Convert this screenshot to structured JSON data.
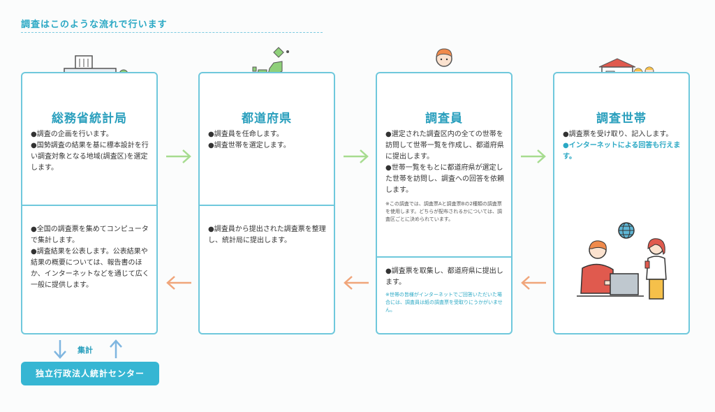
{
  "title": "調査はこのような流れで行います",
  "columns": [
    {
      "name": "総務省統計局",
      "top_bullets": [
        "●調査の企画を行います。",
        "●国勢調査の結果を基に標本設計を行い調査対象となる地域(調査区)を選定します。"
      ],
      "bottom_bullets": [
        "●全国の調査票を集めてコンピュータで集計します。",
        "●調査結果を公表します。公表結果や結果の概要については、報告書のほか、インターネットなどを通じて広く一般に提供します。"
      ]
    },
    {
      "name": "都道府県",
      "top_bullets": [
        "●調査員を任命します。",
        "●調査世帯を選定します。"
      ],
      "bottom_bullets": [
        "●調査員から提出された調査票を整理し、統計局に提出します。"
      ]
    },
    {
      "name": "調査員",
      "top_bullets": [
        "●選定された調査区内の全ての世帯を訪問して世帯一覧を作成し、都道府県に提出します。",
        "●世帯一覧をもとに都道府県が選定した世帯を訪問し、調査への回答を依頼します。"
      ],
      "top_note": "※この調査では、調査票Aと調査票Bの2種類の調査票を使用します。どちらが配布されるかについては、調査区ごとに決められています。",
      "bottom_bullets": [
        "●調査票を取集し、都道府県に提出します。"
      ],
      "bottom_note": "※世帯の皆様がインターネットでご回答いただいた場合には、調査員は紙の調査票を受取りにうかがいません。"
    },
    {
      "name": "調査世帯",
      "top_bullets": [
        "●調査票を受け取り、記入します。"
      ],
      "top_accent": "●インターネットによる回答も行えます。"
    }
  ],
  "aggregate_label": "集計",
  "center_button": "独立行政法人統計センター",
  "colors": {
    "accent": "#2aa8c4",
    "border": "#6fc8dc",
    "arrow_forward": "#a6dc8f",
    "arrow_back": "#f0a57a"
  },
  "icons": [
    "building-icon",
    "japan-map-icon",
    "surveyor-icon",
    "house-family-icon",
    "globe-icon",
    "people-laptop-icon"
  ]
}
